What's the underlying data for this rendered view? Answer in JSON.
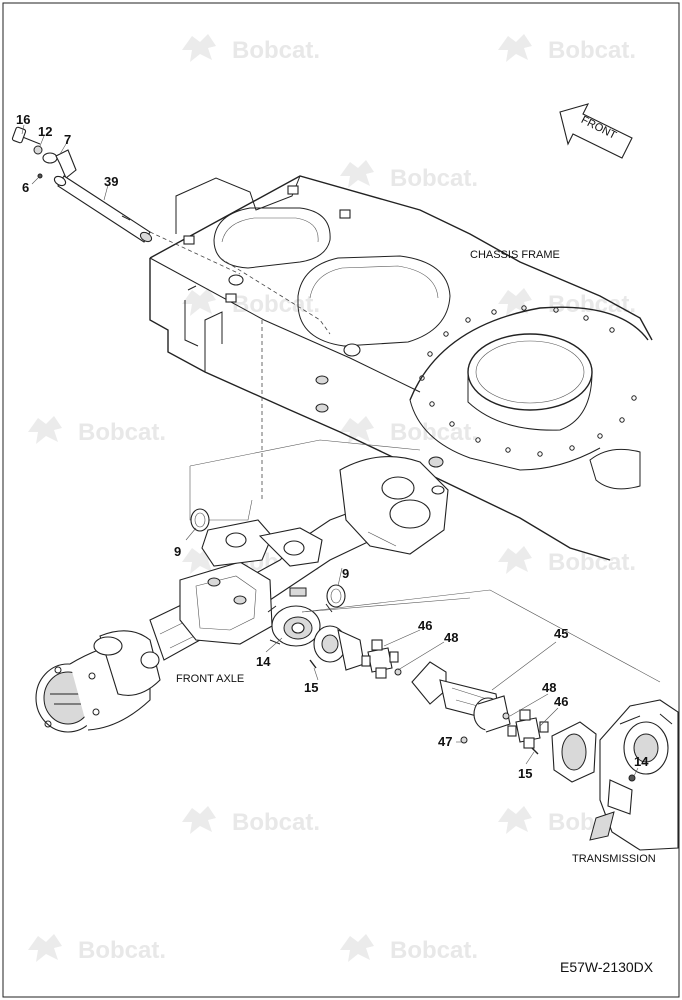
{
  "watermark": {
    "brand": "Bobcat."
  },
  "direction": {
    "front": "FRONT"
  },
  "labels": {
    "chassis_frame": "CHASSIS FRAME",
    "front_axle": "FRONT AXLE",
    "transmission": "TRANSMISSION"
  },
  "drawing_code": "E57W-2130DX",
  "callouts": [
    "16",
    "12",
    "7",
    "6",
    "39",
    "9",
    "9",
    "14",
    "15",
    "46",
    "48",
    "45",
    "48",
    "46",
    "47",
    "15",
    "14"
  ],
  "icons": {
    "watermark": "bobcat-logo-icon",
    "arrow": "front-arrow-icon"
  }
}
